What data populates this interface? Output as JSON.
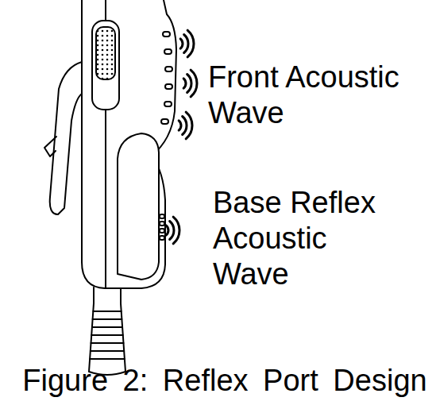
{
  "diagram": {
    "caption": "Figure 2: Reflex Port Design",
    "labels": [
      "Front Acoustic Wave",
      "Base Reflex Acoustic Wave"
    ]
  }
}
